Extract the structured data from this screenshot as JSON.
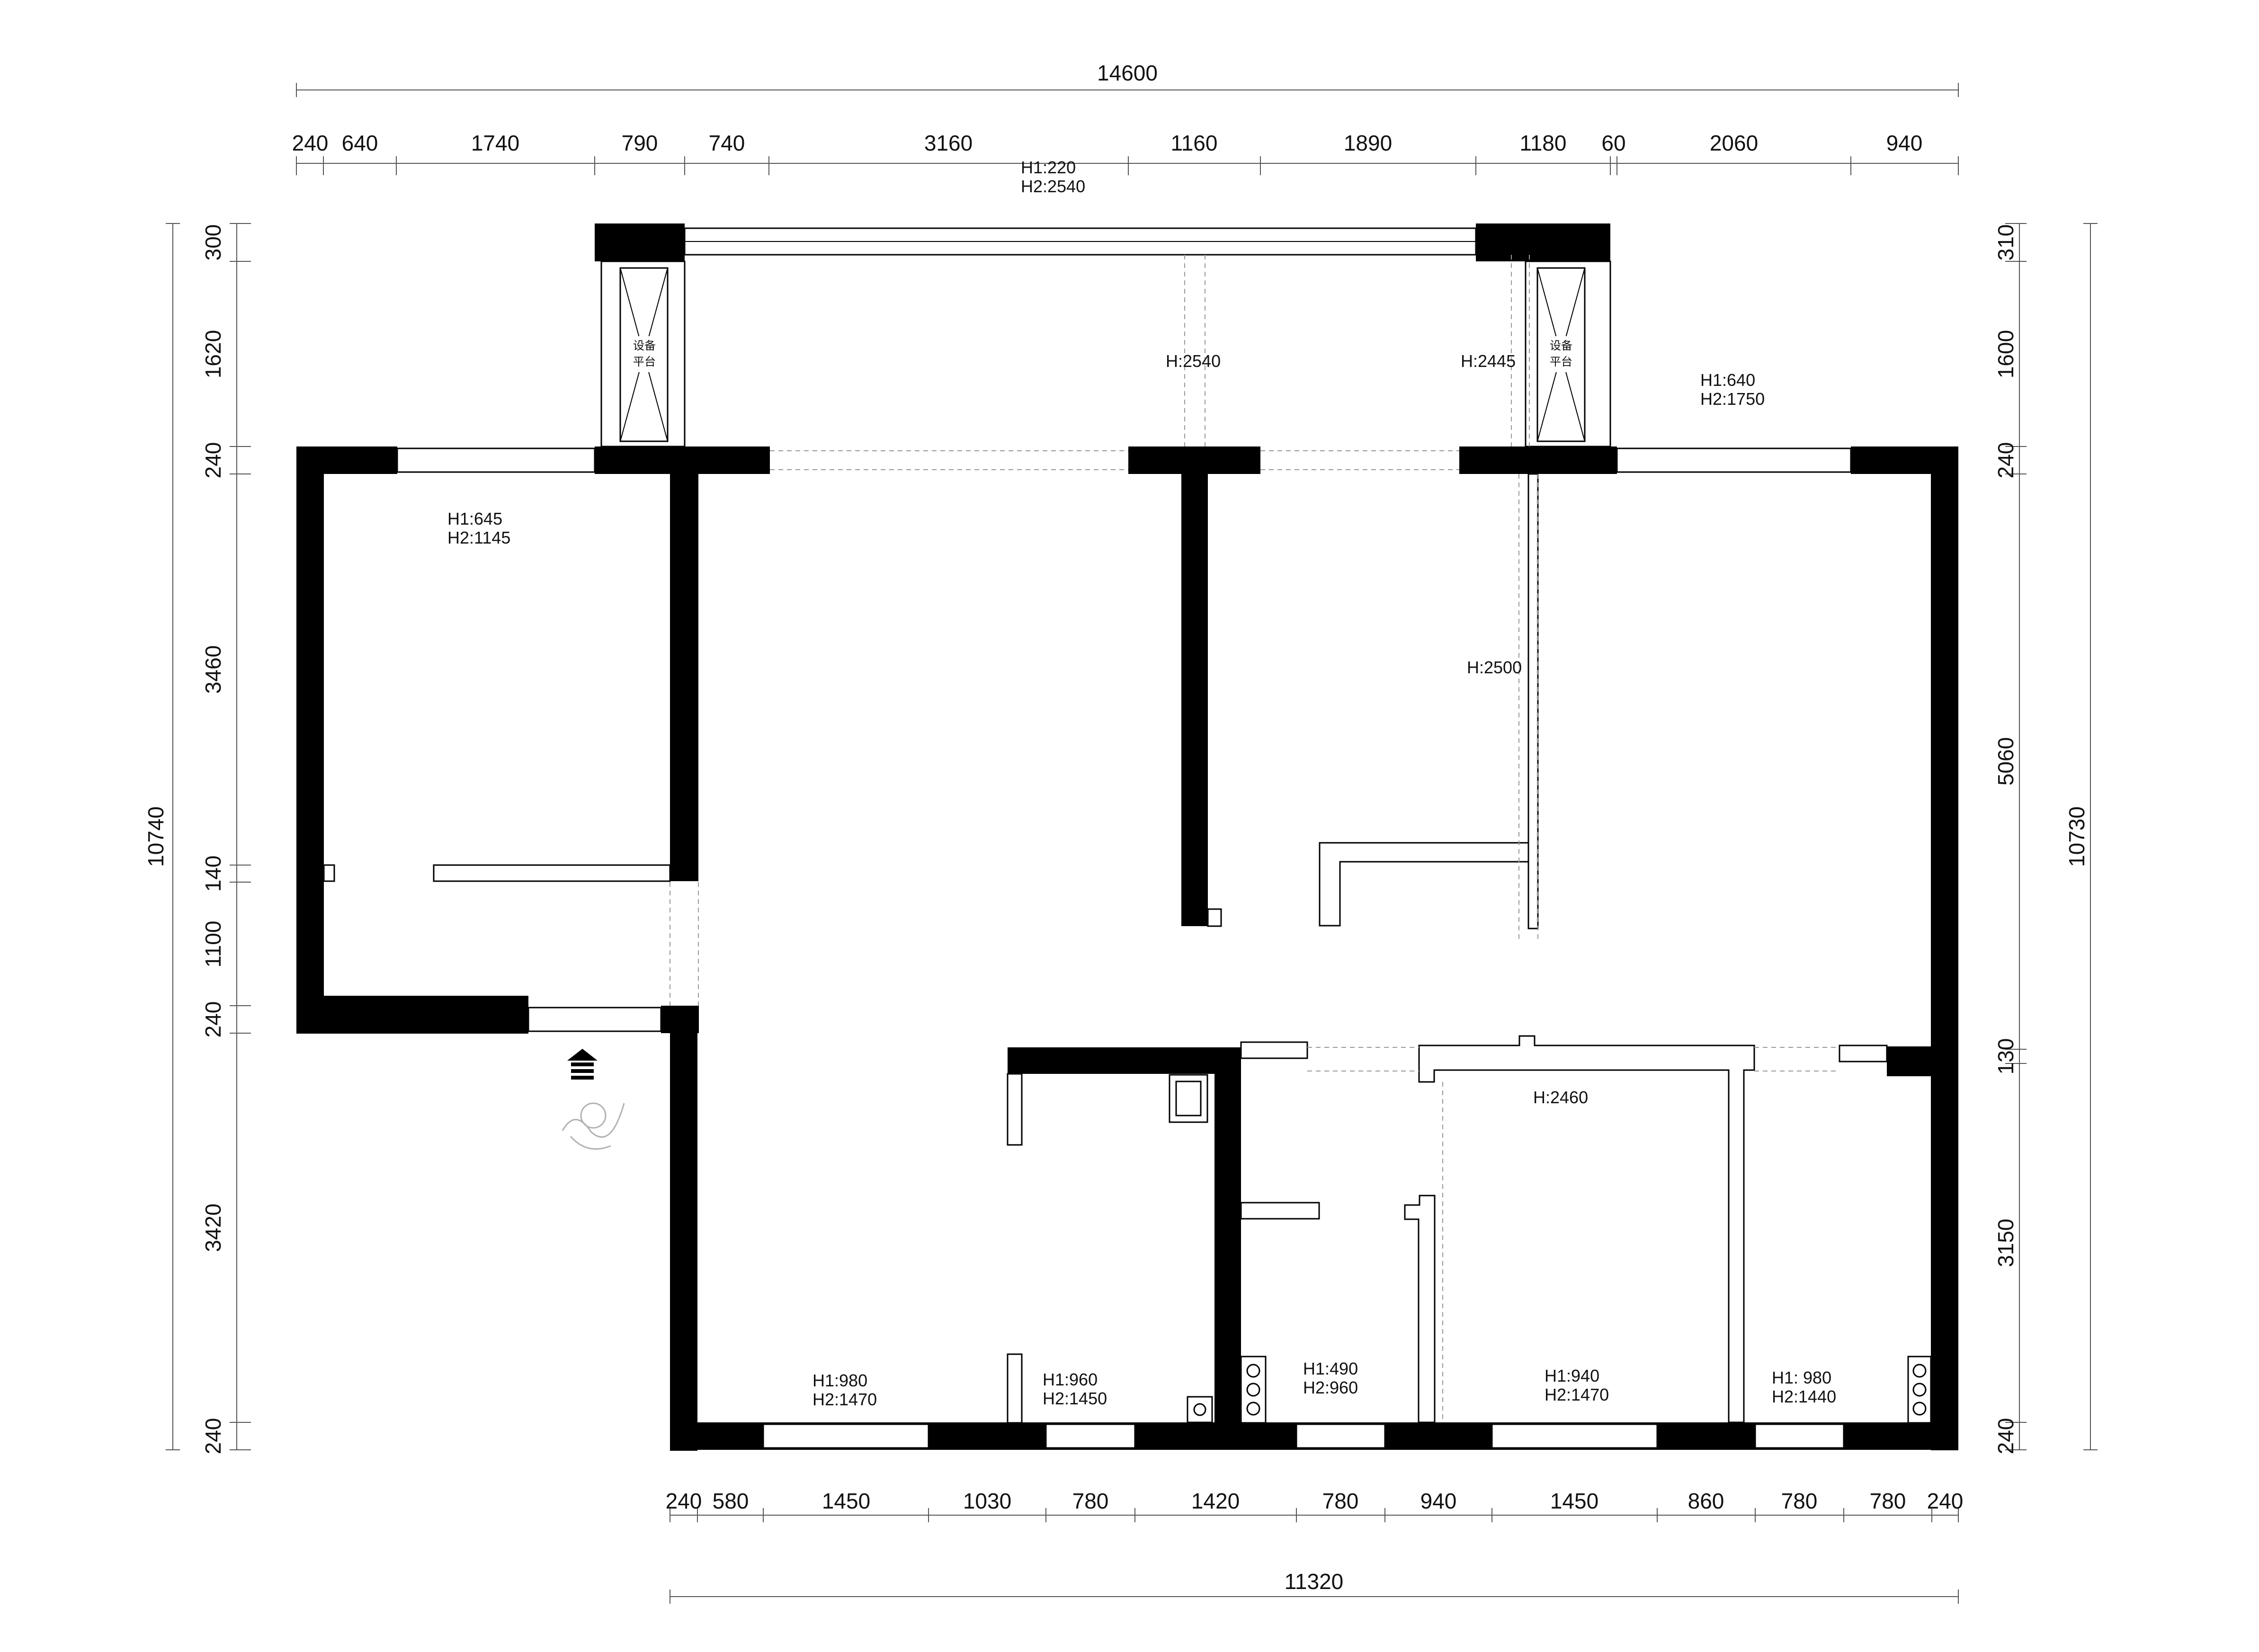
{
  "dimensions": {
    "top_total": "14600",
    "top_segments": [
      "240",
      "640",
      "1740",
      "790",
      "740",
      "3160",
      "1160",
      "1890",
      "1180",
      "60",
      "2060",
      "940"
    ],
    "bottom_total": "11320",
    "bottom_segments": [
      "240",
      "580",
      "1450",
      "1030",
      "780",
      "1420",
      "780",
      "940",
      "1450",
      "860",
      "780",
      "780",
      "240"
    ],
    "left_total": "10740",
    "left_segments": [
      "300",
      "1620",
      "240",
      "3460",
      "140",
      "1100",
      "240",
      "3420",
      "240"
    ],
    "right_total": "10730",
    "right_segments": [
      "310",
      "1600",
      "240",
      "5060",
      "130",
      "3150",
      "240"
    ]
  },
  "labels": {
    "top_window_h1": "H1:220",
    "top_window_h2": "H2:2540",
    "beam_mid": "H:2540",
    "beam_right": "H:2445",
    "ne_window_h1": "H1:640",
    "ne_window_h2": "H2:1750",
    "nw_window_h1": "H1:645",
    "nw_window_h2": "H2:1145",
    "beam_vertical": "H:2500",
    "beam_south": "H:2460",
    "s1_h1": "H1:980",
    "s1_h2": "H2:1470",
    "s2_h1": "H1:960",
    "s2_h2": "H2:1450",
    "s3_h1": "H1:490",
    "s3_h2": "H2:960",
    "s4_h1": "H1:940",
    "s4_h2": "H2:1470",
    "s5_h1": "H1: 980",
    "s5_h2": "H2:1440",
    "equip_left_1": "设备",
    "equip_left_2": "平台",
    "equip_right_1": "设备",
    "equip_right_2": "平台"
  }
}
